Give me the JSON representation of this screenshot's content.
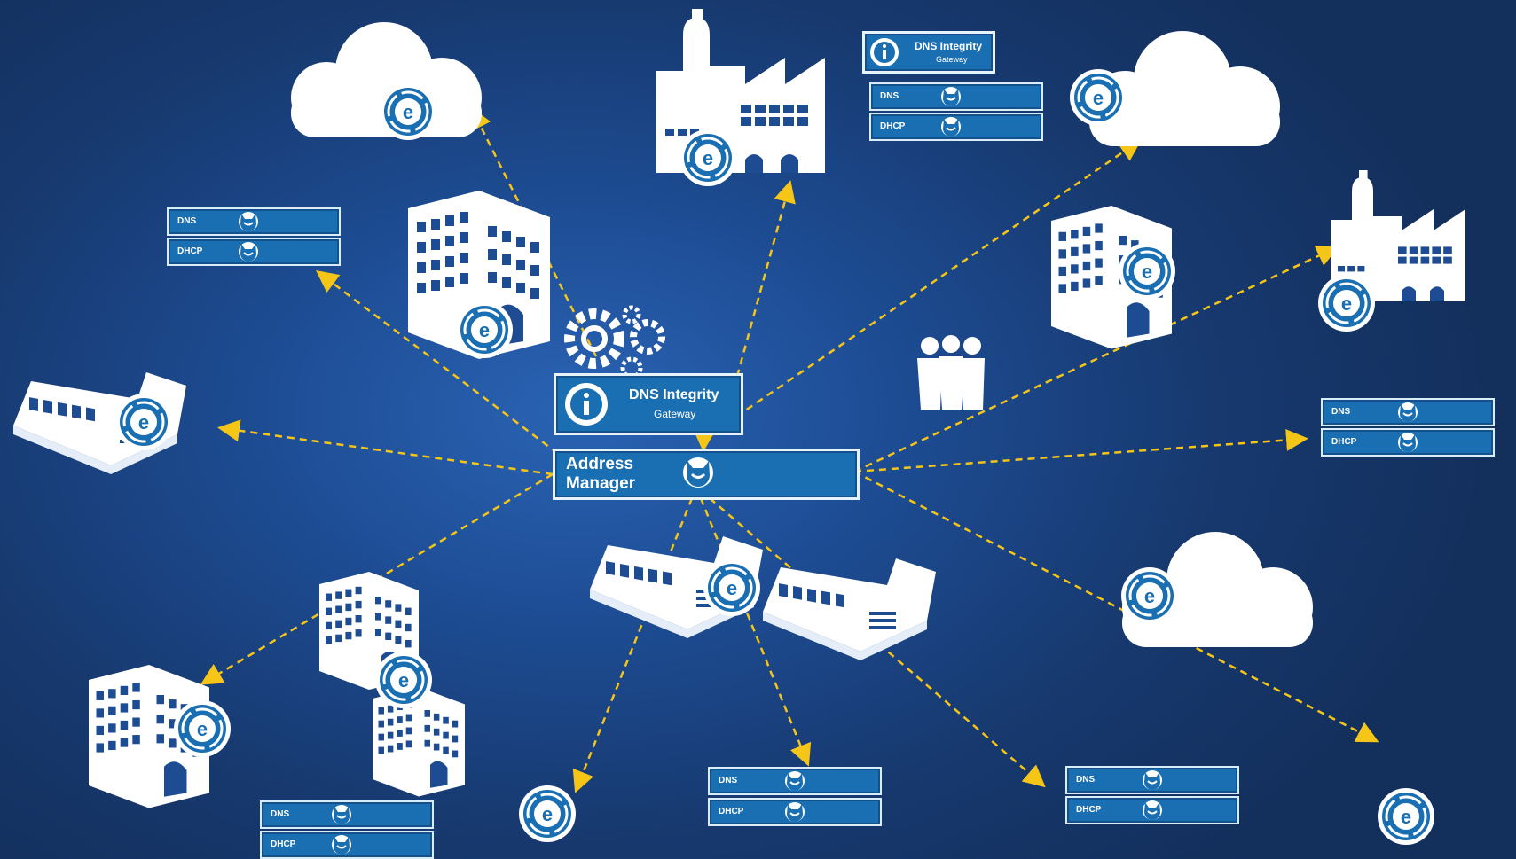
{
  "hub": {
    "address_manager_label": "Address Manager",
    "gateway_title": "DNS Integrity",
    "gateway_subtitle": "Gateway"
  },
  "top_gateway": {
    "title": "DNS Integrity",
    "subtitle": "Gateway"
  },
  "server_stacks": [
    {
      "id": "top-center",
      "rows": [
        "DNS",
        "DHCP"
      ]
    },
    {
      "id": "upper-left",
      "rows": [
        "DNS",
        "DHCP"
      ]
    },
    {
      "id": "right",
      "rows": [
        "DNS",
        "DHCP"
      ]
    },
    {
      "id": "bottom-left",
      "rows": [
        "DNS",
        "DHCP"
      ]
    },
    {
      "id": "bottom-center",
      "rows": [
        "DNS",
        "DHCP"
      ]
    },
    {
      "id": "bottom-right",
      "rows": [
        "DNS",
        "DHCP"
      ]
    }
  ],
  "colors": {
    "background": "#1d4c93",
    "arrow": "#f5c518",
    "chip_fill": "#1a6fb3",
    "icon_white": "#ffffff",
    "badge_blue": "#1a6fb3"
  },
  "icons": [
    "cloud-icon",
    "factory-icon",
    "office-building-icon",
    "warehouse-icon",
    "gears-icon",
    "people-group-icon",
    "edge-badge-icon",
    "bluecat-logo-icon",
    "info-icon"
  ]
}
